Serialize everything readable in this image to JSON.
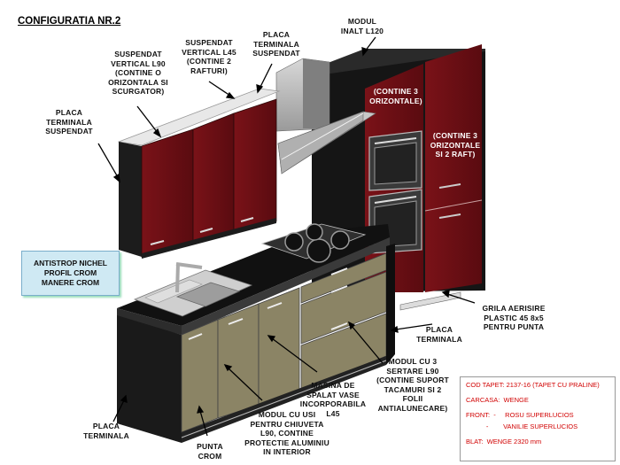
{
  "title": "CONFIGURATIA NR.2",
  "labels": {
    "modul_inalt": "MODUL\nINALT L120",
    "placa_top": "PLACA\nTERMINALA\nSUSPENDAT",
    "suspendat_l45": "SUSPENDAT\nVERTICAL L45\n(CONTINE 2\nRAFTURI)",
    "suspendat_l90": "SUSPENDAT\nVERTICAL L90\n(CONTINE O\nORIZONTALA SI\nSCURGATOR)",
    "placa_left": "PLACA\nTERMINALA\nSUSPENDAT",
    "contine3_left": "(CONTINE 3\nORIZONTALE)",
    "contine3_right": "(CONTINE 3\nORIZONTALE\nSI 2 RAFT)",
    "grila": "GRILA AERISIRE\nPLASTIC 45 8x5\nPENTRU PUNTA",
    "placa_right": "PLACA\nTERMINALA",
    "modul_sertare": "MODUL CU 3\nSERTARE L90\n(CONTINE SUPORT\nTACAMURI SI 2\nFOLII\nANTIALUNECARE)",
    "masina": "MASINA DE\nSPALAT VASE\nINCORPORABILA\nL45",
    "modul_usi": "MODUL CU USI\nPENTRU CHIUVETA\nL90, CONTINE\nPROTECTIE ALUMINIU\nIN INTERIOR",
    "punta": "PUNTA\nCROM",
    "placa_bottom": "PLACA\nTERMINALA"
  },
  "accessories": "ANTISTROP NICHEL\nPROFIL CROM\nMANERE CROM",
  "specs": [
    "COD TAPET: 2137-16 (TAPET CU PRALINE)",
    "CARCASA:  WENGE",
    "FRONT:  -     ROSU SUPERLUCIOS",
    "           -        VANILIE SUPERLUCIOS",
    "BLAT:  WENGE 2320 mm"
  ],
  "colors": {
    "wenge": "#1f1f1f",
    "red_front": "#6e0f14",
    "vanilla_front": "#8b8465",
    "spec_text": "#d10000",
    "accessory_box": "#cfe9f3"
  }
}
